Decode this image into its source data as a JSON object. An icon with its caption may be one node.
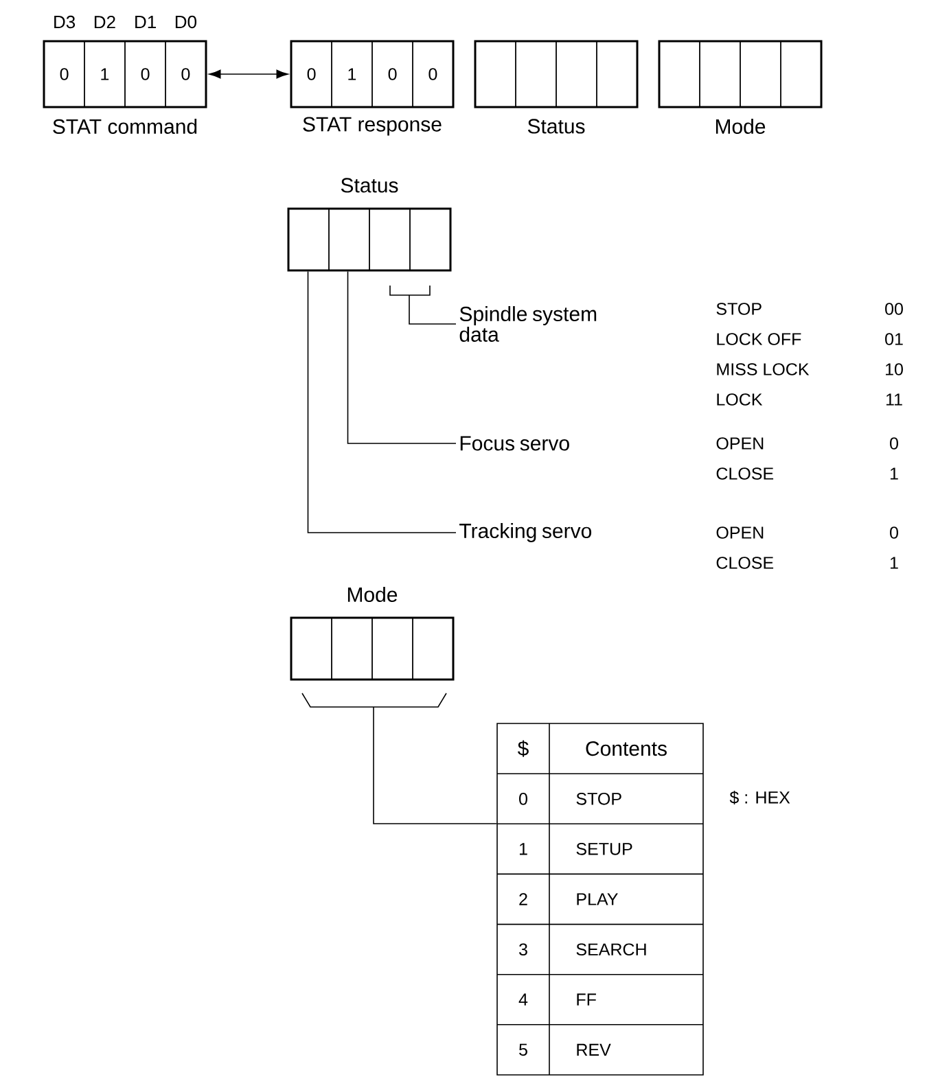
{
  "diagram": {
    "nodes": [
      {
        "text": [
          "0",
          "1",
          "0",
          "0",
          "STAT command"
        ],
        "beside": [
          "D3",
          "D2",
          "D1",
          "D0"
        ]
      },
      {
        "text": [
          "0",
          "1",
          "0",
          "0",
          "STAT response"
        ]
      },
      {
        "text": [
          "Status"
        ]
      },
      {
        "text": [
          "Mode"
        ]
      },
      {
        "text": [
          "Status"
        ]
      },
      {
        "text": [
          "Spindle system data"
        ]
      },
      {
        "text": [
          "Focus servo"
        ]
      },
      {
        "text": [
          "Tracking servo"
        ]
      },
      {
        "text": [
          "Mode"
        ]
      },
      {
        "text": [
          "$",
          "Contents",
          "0",
          "STOP",
          "1",
          "SETUP",
          "2",
          "PLAY",
          "3",
          "SEARCH",
          "4",
          "FF",
          "5",
          "REV"
        ]
      }
    ],
    "edges": [
      {
        "from": 0,
        "to": 1,
        "arrow": "both"
      },
      {
        "from": 5,
        "to": 4,
        "arrow": "none"
      },
      {
        "from": 6,
        "to": 4,
        "arrow": "none"
      },
      {
        "from": 7,
        "to": 4,
        "arrow": "none"
      },
      {
        "from": 8,
        "to": 9,
        "arrow": "none"
      }
    ],
    "labels": [
      "STOP",
      "00",
      "LOCK OFF",
      "01",
      "MISS LOCK",
      "10",
      "LOCK",
      "11",
      "OPEN",
      "0",
      "CLOSE",
      "1",
      "OPEN",
      "0",
      "CLOSE",
      "1",
      "$ : HEX"
    ]
  }
}
